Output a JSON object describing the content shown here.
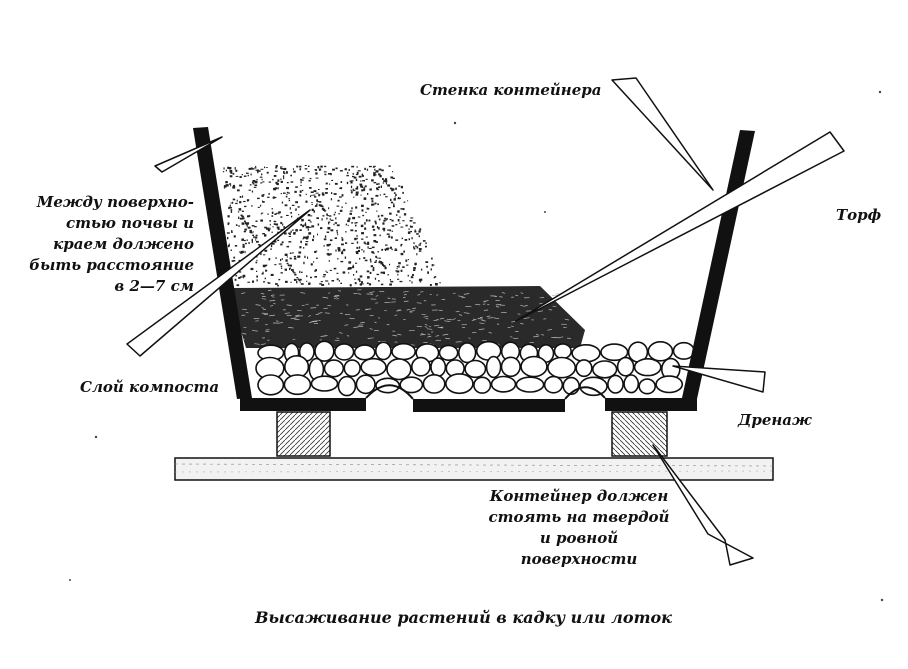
{
  "labels": {
    "container_wall": "Стенка контейнера",
    "peat": "Торф",
    "gap_lines": [
      "Между поверхно-",
      "стью почвы и",
      "краем должено",
      "быть расстояние",
      "в 2—7 см"
    ],
    "compost_layer": "Слой компоста",
    "drainage": "Дренаж",
    "surface_lines": [
      "Контейнер должен",
      "стоять на твердой",
      "и ровной",
      "поверхности"
    ]
  },
  "caption": "Высаживание растений в кадку или лоток",
  "colors": {
    "ink": "#111111",
    "paper": "#ffffff",
    "soil": "#2a2a2a"
  }
}
